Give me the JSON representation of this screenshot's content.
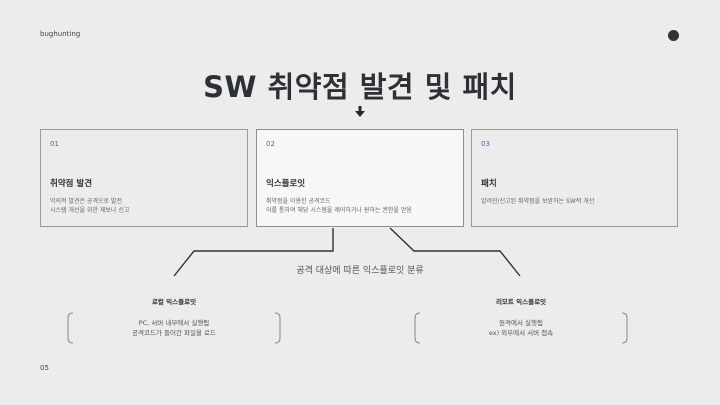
{
  "brand": "bughunting",
  "title": "SW 취약점 발견 및 패치",
  "cards": [
    {
      "num": "01",
      "heading": "취약점 발견",
      "desc": "악의적 발견은 공격으로 발전\n시스템 개선을 위한 제보나 신고"
    },
    {
      "num": "02",
      "heading": "익스플로잇",
      "desc": "취약점을 이용한 공격코드\n이를 통하여 해당 시스템을 제어하거나 원하는 권한을 얻음"
    },
    {
      "num": "03",
      "heading": "패치",
      "desc": "알려진/신고된 취약점을 보완하는 SW적 개선"
    }
  ],
  "classification": {
    "label": "공격 대상에 따른 익스플로잇 분류",
    "local": {
      "title": "로컬 익스플로잇",
      "desc": "PC, 서버 내부에서 실행됨\n공격코드가 들어간 파일을 로드"
    },
    "remote": {
      "title": "리모트 익스플로잇",
      "desc": "원격에서 실행됨\nex) 외부에서 서버 접속"
    }
  },
  "page_number": "05"
}
